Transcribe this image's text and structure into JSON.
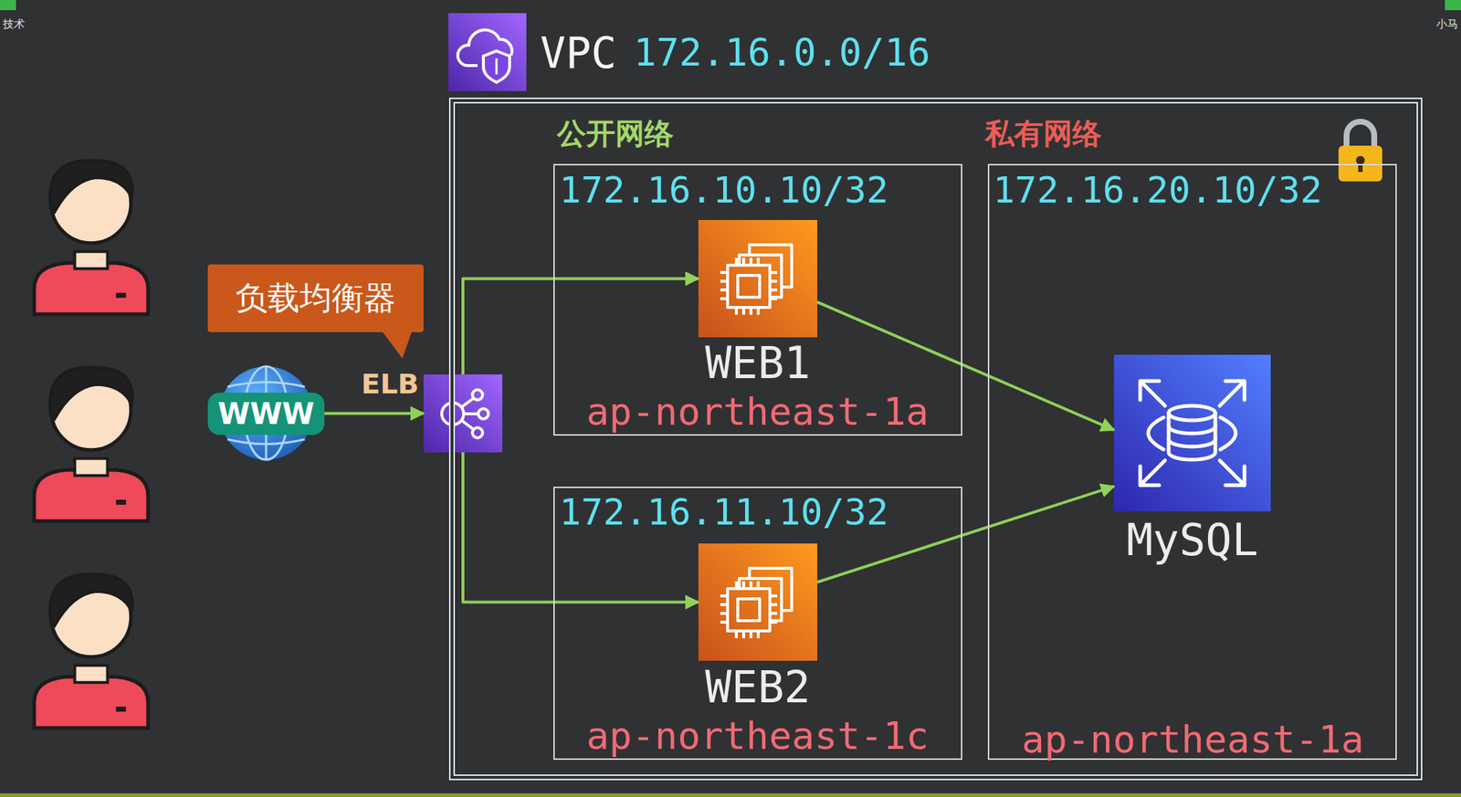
{
  "diagram": {
    "nodes": [
      {
        "text": [
          "负载均衡器"
        ]
      },
      {
        "text": [
          "WWW"
        ]
      },
      {
        "text": [
          "ELB"
        ]
      },
      {
        "text": [
          "VPC",
          "172.16.0.0/16"
        ]
      },
      {
        "text": [
          "172.16.10.10/32",
          "ap-northeast-1a"
        ],
        "in": 3
      },
      {
        "text": [
          "WEB1"
        ],
        "in": 4
      },
      {
        "text": [
          "172.16.11.10/32",
          "ap-northeast-1c"
        ],
        "in": 3
      },
      {
        "text": [
          "WEB2"
        ],
        "in": 6
      },
      {
        "text": [
          "172.16.20.10/32",
          "ap-northeast-1a"
        ],
        "in": 3
      },
      {
        "text": [
          "MySQL"
        ],
        "in": 8
      }
    ],
    "edges": [
      {
        "from": 1,
        "to": 2,
        "arrow": "to"
      },
      {
        "from": 2,
        "to": 5,
        "arrow": "to"
      },
      {
        "from": 2,
        "to": 7,
        "arrow": "to"
      },
      {
        "from": 5,
        "to": 9,
        "arrow": "to"
      },
      {
        "from": 7,
        "to": 9,
        "arrow": "to"
      }
    ],
    "labels": [
      "公开网络",
      "私有网络",
      "技术",
      "小马"
    ]
  }
}
